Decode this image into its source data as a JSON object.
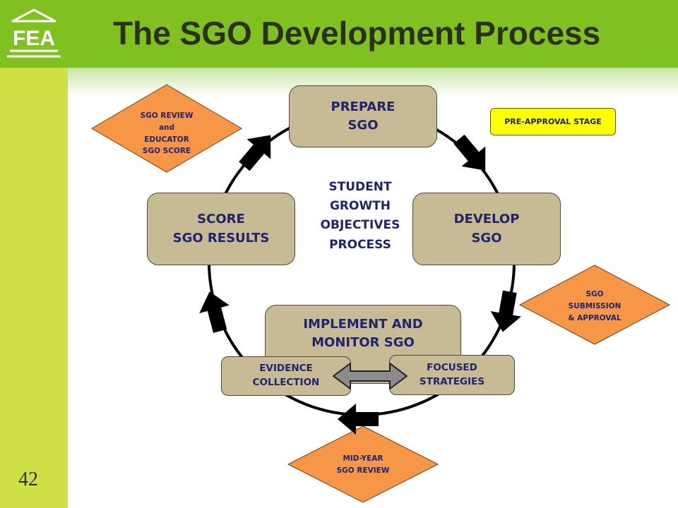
{
  "header": {
    "title": "The SGO Development Process",
    "logo_text": "FEA"
  },
  "page_number": "42",
  "center_label": "STUDENT\nGROWTH\nOBJECTIVES\nPROCESS",
  "stages": {
    "prepare": "PREPARE\nSGO",
    "develop": "DEVELOP\nSGO",
    "implement": "IMPLEMENT AND\nMONITOR SGO",
    "score": "SCORE\nSGO RESULTS",
    "evidence": "EVIDENCE\nCOLLECTION",
    "strategies": "FOCUSED\nSTRATEGIES"
  },
  "milestones": {
    "review": "SGO REVIEW\nand\nEDUCATOR\nSGO SCORE",
    "submission": "SGO\nSUBMISSION\n& APPROVAL",
    "midyear": "MID-YEAR\nSGO REVIEW"
  },
  "pre_approval_label": "PRE-APPROVAL STAGE",
  "colors": {
    "header_green": "#80c020",
    "sidebar_green": "#cfe044",
    "stage_box": "#c6bb94",
    "milestone_orange": "#f79646",
    "highlight_yellow": "#ffff00",
    "text_navy": "#20246a"
  }
}
